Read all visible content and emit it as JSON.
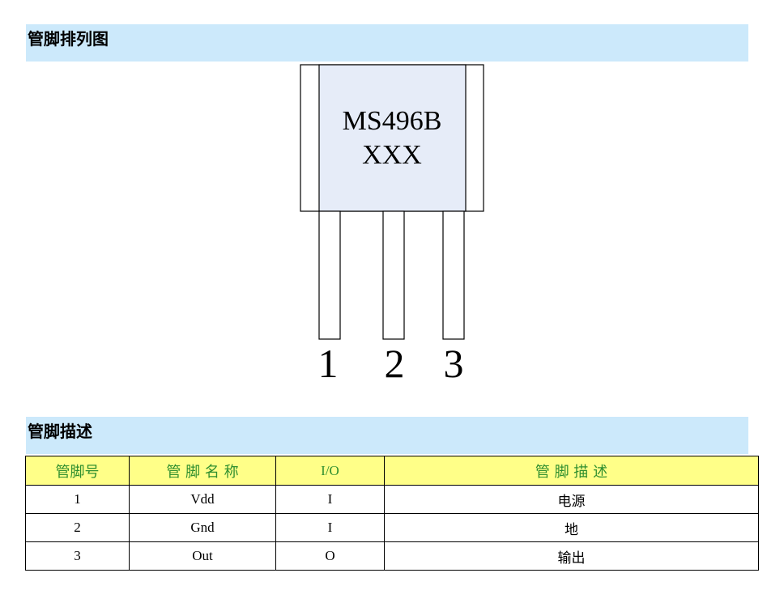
{
  "sections": {
    "pinout_title": "管脚排列图",
    "description_title": "管脚描述"
  },
  "chip": {
    "line1": "MS496B",
    "line2": "XXX",
    "pin_labels": [
      "1",
      "2",
      "3"
    ],
    "body_color": "#e6ecf8"
  },
  "table": {
    "headers": [
      "管脚号",
      "管 脚 名 称",
      "I/O",
      "管  脚  描  述"
    ],
    "rows": [
      {
        "num": "1",
        "name": "Vdd",
        "io": "I",
        "desc": "电源"
      },
      {
        "num": "2",
        "name": "Gnd",
        "io": "I",
        "desc": "地"
      },
      {
        "num": "3",
        "name": "Out",
        "io": "O",
        "desc": "输出"
      }
    ]
  }
}
